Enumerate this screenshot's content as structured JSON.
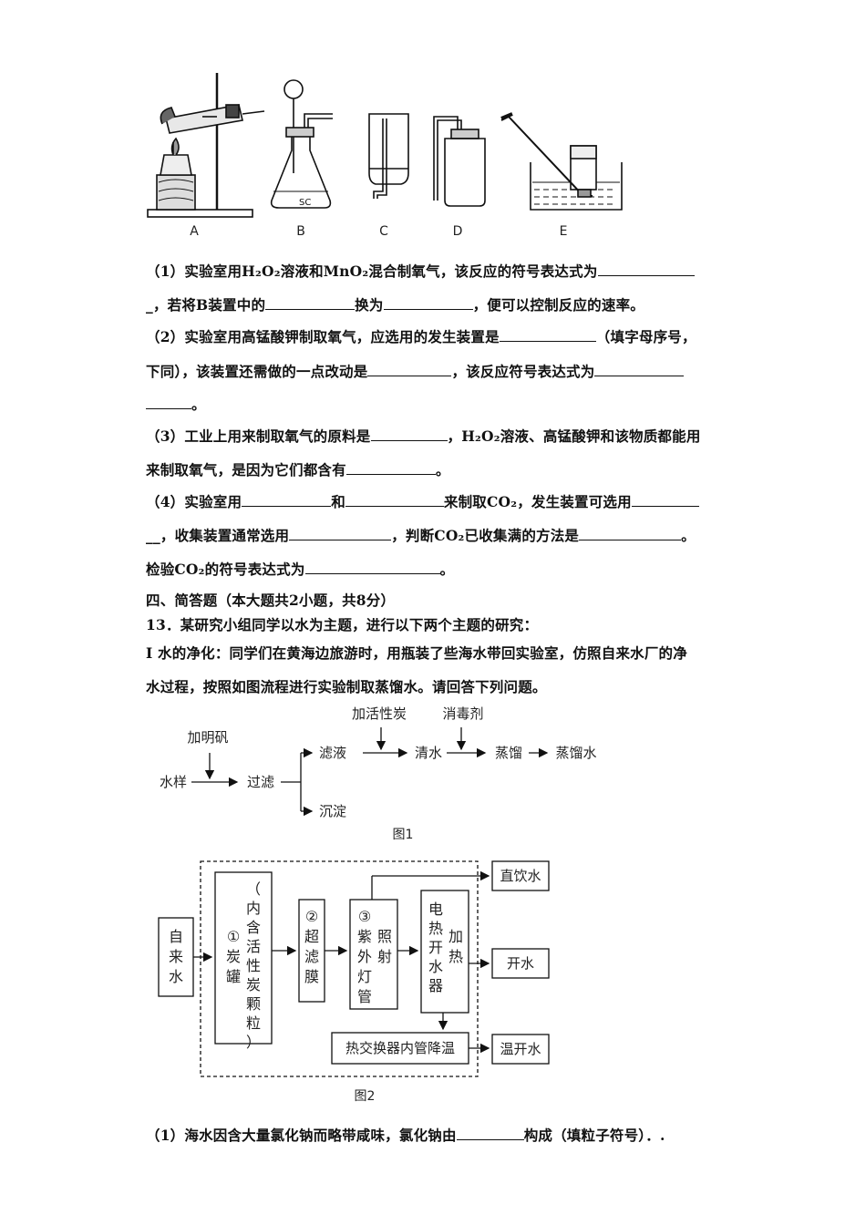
{
  "apparatus": {
    "labels": [
      "A",
      "B",
      "C",
      "D",
      "E"
    ]
  },
  "questions_12": {
    "q1_a": "（1）实验室用H₂O₂溶液和MnO₂混合制氧气，该反应的符号表达式为",
    "q1_b_prefix": "_，若将B装置中的",
    "q1_b_mid": "换为",
    "q1_b_suffix": "，便可以控制反应的速率。",
    "q2_a": "（2）实验室用高锰酸钾制取氧气，应选用的发生装置是",
    "q2_a_suffix": "（填字母序号，",
    "q2_b": "下同），该装置还需做的一点改动是",
    "q2_b_mid": "，该反应符号表达式为",
    "q2_c_suffix": "。",
    "q3_a": "（3）工业上用来制取氧气的原料是",
    "q3_a_suffix": "，H₂O₂溶液、高锰酸钾和该物质都能用",
    "q3_b": "来制取氧气，是因为它们都含有",
    "q3_b_suffix": "。",
    "q4_a": "（4）实验室用",
    "q4_a_mid1": "和",
    "q4_a_mid2": "来制取CO₂，发生装置可选用",
    "q4_b_prefix": "__，收集装置通常选用",
    "q4_b_mid": "，判断CO₂已收集满的方法是",
    "q4_b_suffix": "。",
    "q4_c": "检验CO₂的符号表达式为",
    "q4_c_suffix": "。"
  },
  "section4": {
    "heading": "四、简答题（本大题共2小题，共8分）",
    "q13_intro": "13．某研究小组同学以水为主题，进行以下两个主题的研究：",
    "part1_a": "I 水的净化：同学们在黄海边旅游时，用瓶装了些海水带回实验室，仿照自来水厂的净",
    "part1_b": "水过程，按照如图流程进行实验制取蒸馏水。请回答下列问题。",
    "sub_q1": "（1）海水因含大量氯化钠而略带咸味，氯化钠由",
    "sub_q1_suffix": "构成（填粒子符号）．."
  },
  "figure1": {
    "alum": "加明矾",
    "sample": "水样",
    "filter": "过滤",
    "filtrate": "滤液",
    "sediment": "沉淀",
    "carbon": "加活性炭",
    "clear_water": "清水",
    "disinfectant": "消毒剂",
    "distill": "蒸馏",
    "distilled_water": "蒸馏水",
    "caption": "图1"
  },
  "figure2": {
    "tap_water": "自来水",
    "carbon_tank": "①炭罐",
    "carbon_note": "（内含活性炭颗粒）",
    "uf_membrane": "②超滤膜",
    "uv_lamp": "③紫外灯管",
    "irradiate": "照射",
    "kettle": "电热开水器",
    "heating": "加热",
    "direct_drink": "直饮水",
    "boiled_water": "开水",
    "heat_exchanger": "热交换器内管降温",
    "warm_water": "温开水",
    "caption": "图2"
  }
}
